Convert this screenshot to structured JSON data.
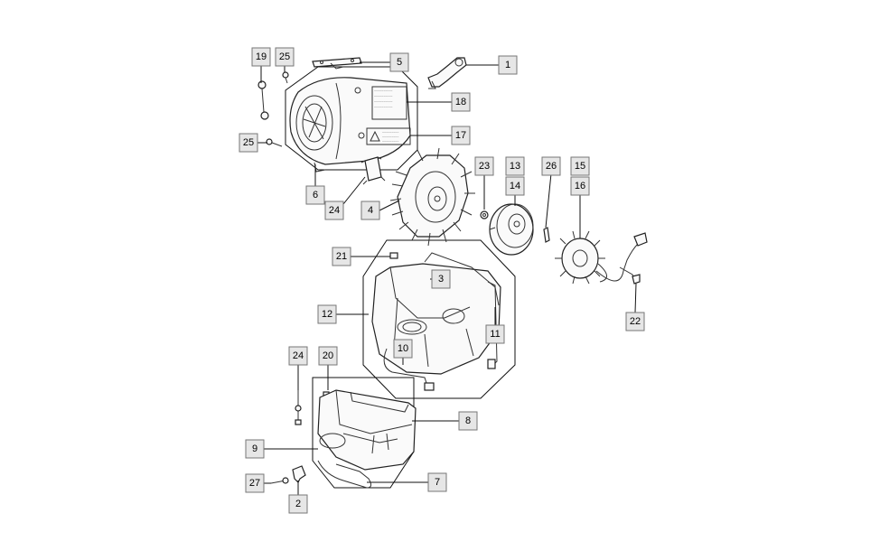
{
  "labels": [
    {
      "id": "1",
      "text": "1"
    },
    {
      "id": "2",
      "text": "2"
    },
    {
      "id": "3",
      "text": "3"
    },
    {
      "id": "4",
      "text": "4"
    },
    {
      "id": "5",
      "text": "5"
    },
    {
      "id": "6",
      "text": "6"
    },
    {
      "id": "7",
      "text": "7"
    },
    {
      "id": "8",
      "text": "8"
    },
    {
      "id": "9",
      "text": "9"
    },
    {
      "id": "10",
      "text": "10"
    },
    {
      "id": "11",
      "text": "11"
    },
    {
      "id": "12",
      "text": "12"
    },
    {
      "id": "13",
      "text": "13"
    },
    {
      "id": "14",
      "text": "14"
    },
    {
      "id": "15",
      "text": "15"
    },
    {
      "id": "16",
      "text": "16"
    },
    {
      "id": "17",
      "text": "17"
    },
    {
      "id": "18",
      "text": "18"
    },
    {
      "id": "19",
      "text": "19"
    },
    {
      "id": "20",
      "text": "20"
    },
    {
      "id": "21",
      "text": "21"
    },
    {
      "id": "22",
      "text": "22"
    },
    {
      "id": "23",
      "text": "23"
    },
    {
      "id": "24a",
      "text": "24"
    },
    {
      "id": "24b",
      "text": "24"
    },
    {
      "id": "25a",
      "text": "25"
    },
    {
      "id": "25b",
      "text": "25"
    },
    {
      "id": "26",
      "text": "26"
    },
    {
      "id": "27",
      "text": "27"
    }
  ],
  "colors": {
    "box_fill": "#e6e6e6",
    "box_border": "#777777",
    "line": "#111111"
  }
}
